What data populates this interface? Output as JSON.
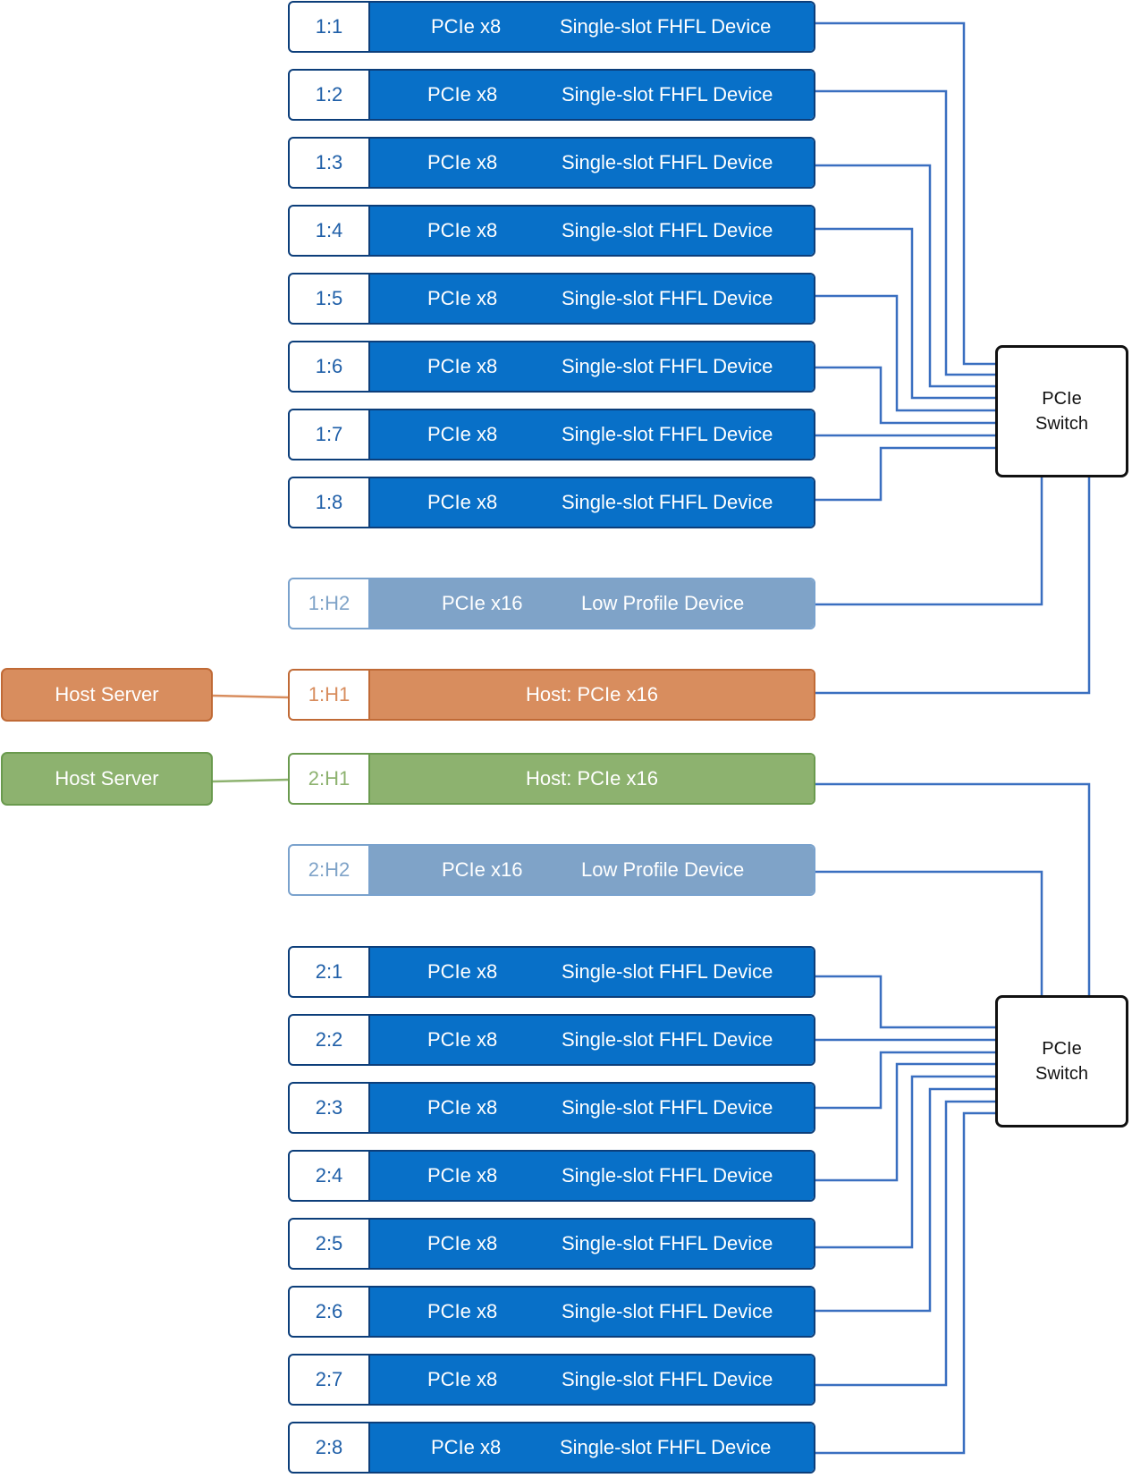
{
  "switches": [
    {
      "line1": "PCIe",
      "line2": "Switch"
    },
    {
      "line1": "PCIe",
      "line2": "Switch"
    }
  ],
  "servers": [
    {
      "label": "Host Server",
      "color": "#d88d5e"
    },
    {
      "label": "Host Server",
      "color": "#8db26f"
    }
  ],
  "slots": [
    {
      "id": "1:1",
      "lane": "PCIe x8",
      "device": "Single-slot FHFL Device"
    },
    {
      "id": "1:2",
      "lane": "PCIe x8",
      "device": "Single-slot FHFL Device"
    },
    {
      "id": "1:3",
      "lane": "PCIe x8",
      "device": "Single-slot FHFL Device"
    },
    {
      "id": "1:4",
      "lane": "PCIe x8",
      "device": "Single-slot FHFL Device"
    },
    {
      "id": "1:5",
      "lane": "PCIe x8",
      "device": "Single-slot FHFL Device"
    },
    {
      "id": "1:6",
      "lane": "PCIe x8",
      "device": "Single-slot FHFL Device"
    },
    {
      "id": "1:7",
      "lane": "PCIe x8",
      "device": "Single-slot FHFL Device"
    },
    {
      "id": "1:8",
      "lane": "PCIe x8",
      "device": "Single-slot FHFL Device"
    },
    {
      "id": "1:H2",
      "lane": "PCIe x16",
      "device": "Low Profile Device"
    },
    {
      "id": "1:H1",
      "host": "Host: PCIe x16"
    },
    {
      "id": "2:H1",
      "host": "Host: PCIe x16"
    },
    {
      "id": "2:H2",
      "lane": "PCIe x16",
      "device": "Low Profile Device"
    },
    {
      "id": "2:1",
      "lane": "PCIe x8",
      "device": "Single-slot FHFL Device"
    },
    {
      "id": "2:2",
      "lane": "PCIe x8",
      "device": "Single-slot FHFL Device"
    },
    {
      "id": "2:3",
      "lane": "PCIe x8",
      "device": "Single-slot FHFL Device"
    },
    {
      "id": "2:4",
      "lane": "PCIe x8",
      "device": "Single-slot FHFL Device"
    },
    {
      "id": "2:5",
      "lane": "PCIe x8",
      "device": "Single-slot FHFL Device"
    },
    {
      "id": "2:6",
      "lane": "PCIe x8",
      "device": "Single-slot FHFL Device"
    },
    {
      "id": "2:7",
      "lane": "PCIe x8",
      "device": "Single-slot FHFL Device"
    },
    {
      "id": "2:8",
      "lane": "PCIe x8",
      "device": "Single-slot FHFL Device"
    }
  ],
  "colors": {
    "slot_blue": "#0870c8",
    "low_profile": "#7fa3c8",
    "host_orange": "#d88d5e",
    "host_green": "#8db26f",
    "wire": "#3a6fc0"
  }
}
